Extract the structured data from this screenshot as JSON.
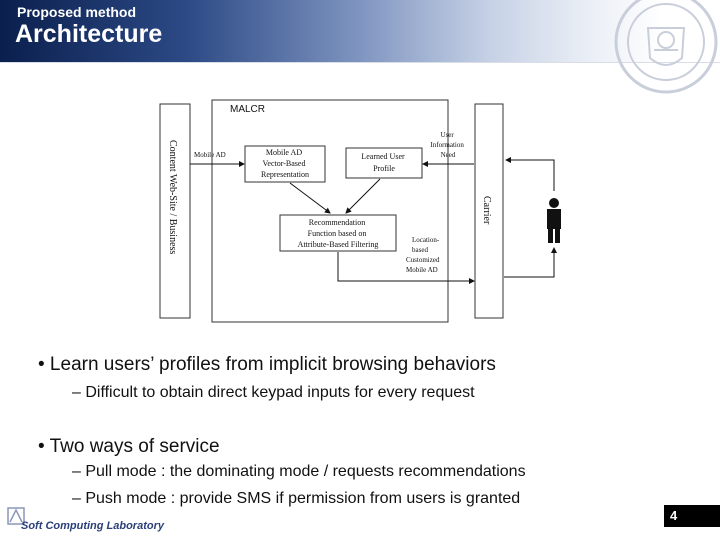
{
  "header": {
    "subtitle": "Proposed method",
    "title": "Architecture"
  },
  "diagram": {
    "outer_label": "MALCR",
    "left_bar_label": "Content Web-Site / Business",
    "right_bar_label": "Carrier",
    "mobile_ad_label": "Mobile AD",
    "box_vector": [
      "Mobile AD",
      "Vector-Based",
      "Representation"
    ],
    "box_profile": [
      "Learned User",
      "Profile"
    ],
    "box_reco": [
      "Recommendation",
      "Function based on",
      "Attribute-Based Filtering"
    ],
    "user_info": [
      "User",
      "Information",
      "Need"
    ],
    "location": [
      "Location-",
      "based"
    ],
    "customized": [
      "Customized",
      "Mobile AD"
    ]
  },
  "bullets": [
    {
      "text": "• Learn users’ profiles from implicit browsing behaviors",
      "sub": [
        "– Difficult to obtain direct keypad inputs for every request"
      ]
    },
    {
      "text": "• Two ways of service",
      "sub": [
        "– Pull mode : the dominating mode / requests recommendations",
        "– Push mode : provide SMS if permission from users is granted"
      ]
    }
  ],
  "footer": {
    "lab": "Soft Computing Laboratory",
    "page": "4"
  }
}
